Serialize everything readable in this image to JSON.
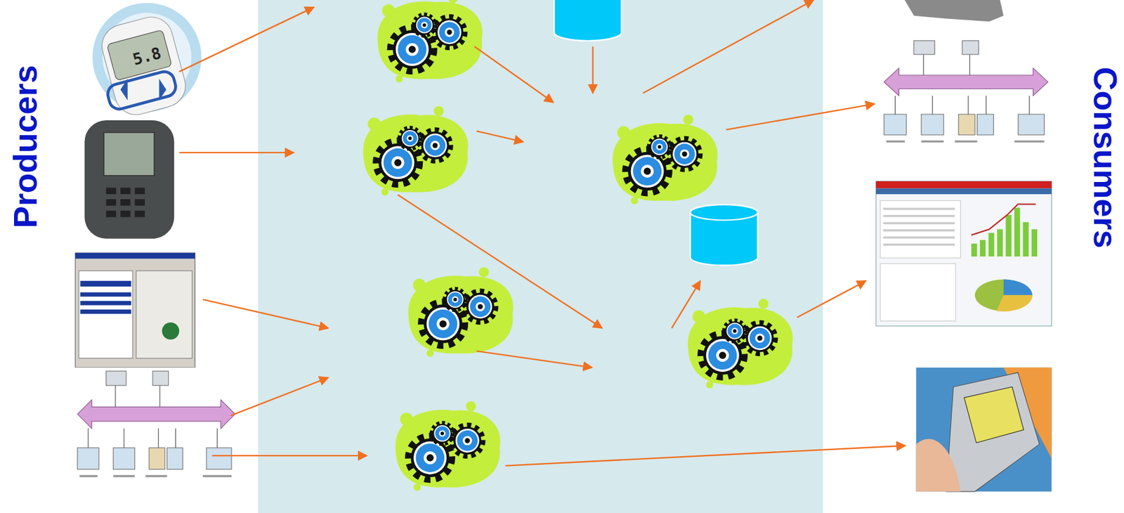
{
  "diagram": {
    "labels": [
      "Producers",
      "5.8",
      "Consumers"
    ]
  }
}
